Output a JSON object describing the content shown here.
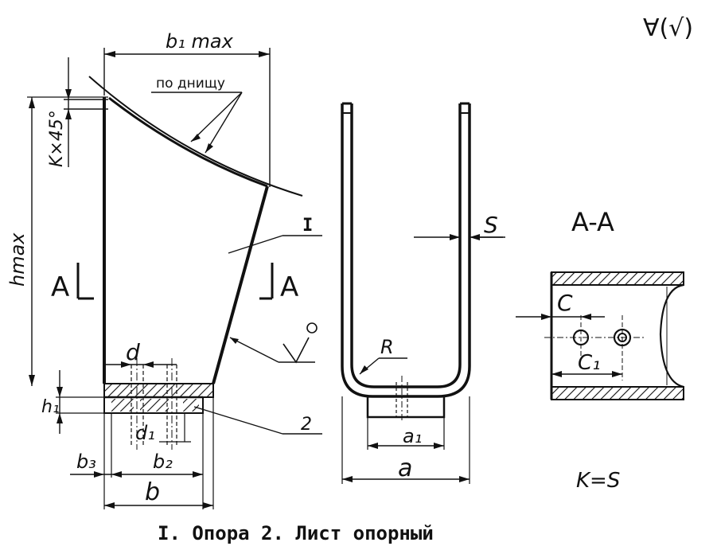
{
  "roughness_mark": "∀(√)",
  "labels": {
    "b1_max": "b₁ max",
    "bottom_note": "по днищу",
    "k45": "K×45°",
    "h_max": "hmax",
    "section_left": "A",
    "section_right": "A",
    "callout_1": "I",
    "callout_2": "2",
    "d": "d",
    "d1": "d₁",
    "h1": "h₁",
    "b3": "b₃",
    "b2": "b₂",
    "b": "b",
    "R": "R",
    "S": "S",
    "a1": "a₁",
    "a": "a",
    "section_title": "A-A",
    "C": "C",
    "C1": "C₁",
    "k_eq_s": "K=S"
  },
  "caption": "I. Опора 2. Лист опорный"
}
